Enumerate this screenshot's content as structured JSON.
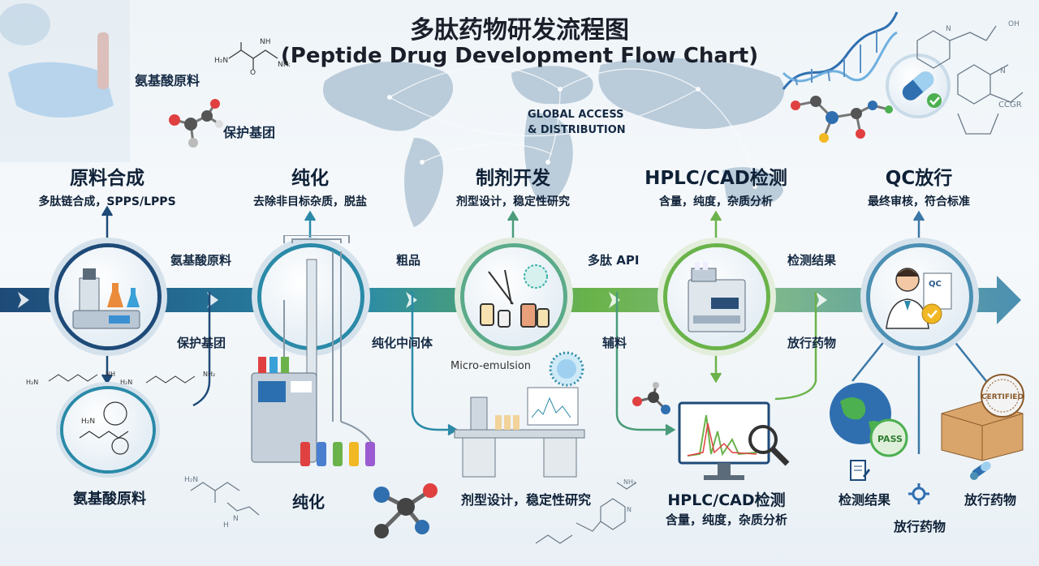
{
  "title": {
    "cn": "多肽药物研发流程图",
    "en": "(Peptide Drug Development Flow Chart)"
  },
  "map_label": {
    "line1": "GLOBAL ACCESS",
    "line2": "& DISTRIBUTION"
  },
  "top_left_labels": {
    "amino_acid": "氨基酸原料",
    "protecting_group": "保护基团"
  },
  "stages": [
    {
      "title": "原料合成",
      "desc": "多肽链合成，SPPS/LPPS"
    },
    {
      "title": "纯化",
      "desc": "去除非目标杂质，脱盐"
    },
    {
      "title": "制剂开发",
      "desc": "剂型设计，稳定性研究"
    },
    {
      "title": "HPLC/CAD检测",
      "desc": "含量，纯度，杂质分析"
    },
    {
      "title": "QC放行",
      "desc": "最终审核，符合标准"
    }
  ],
  "flow_labels": {
    "above_1": "氨基酸原料",
    "below_1": "保护基团",
    "above_2": "粗品",
    "below_2": "纯化中间体",
    "above_3": "多肽 API",
    "below_3": "辅料",
    "above_4": "检测结果",
    "below_4": "放行药物"
  },
  "micro_emulsion": "Micro-emulsion",
  "bottom": {
    "raw": "氨基酸原料",
    "purify": "纯化",
    "formulation": "剂型设计，稳定性研究",
    "hplc_title": "HPLC/CAD检测",
    "hplc_sub": "含量，纯度，杂质分析",
    "results": "检测结果",
    "release": "放行药物",
    "release2": "放行药物"
  },
  "badges": {
    "pass": "PASS",
    "certified": "CERTIFIED",
    "qc": "QC",
    "ccgr": "CCGR"
  },
  "colors": {
    "arrow_start": "#1e4a78",
    "arrow_mid": "#2a8aa8",
    "arrow_green": "#6ab34a",
    "arrow_end": "#4b8fb3",
    "dark": "#0f2137"
  }
}
